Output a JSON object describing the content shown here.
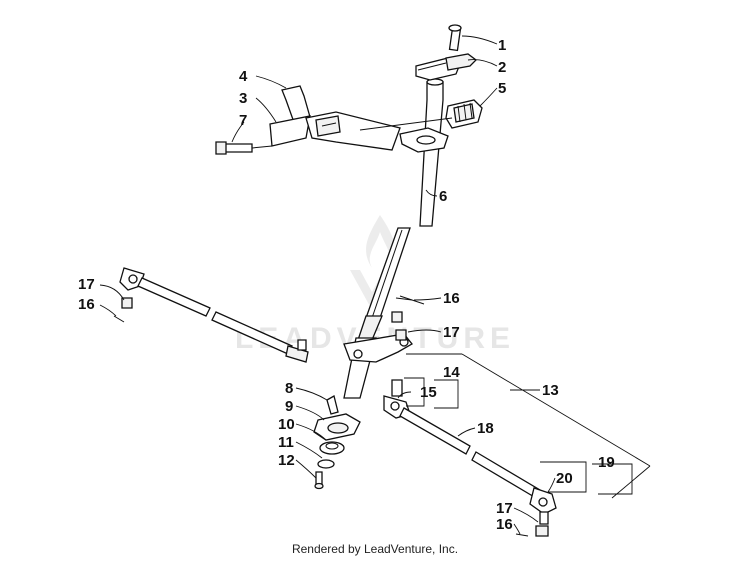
{
  "diagram": {
    "footer_credit": "Rendered by LeadVenture, Inc.",
    "watermark": "LEADVENTURE",
    "callouts": [
      "1",
      "2",
      "3",
      "4",
      "5",
      "6",
      "7",
      "8",
      "9",
      "10",
      "11",
      "12",
      "13",
      "14",
      "15",
      "16",
      "16",
      "17",
      "17",
      "17",
      "16",
      "18",
      "19",
      "20"
    ]
  }
}
